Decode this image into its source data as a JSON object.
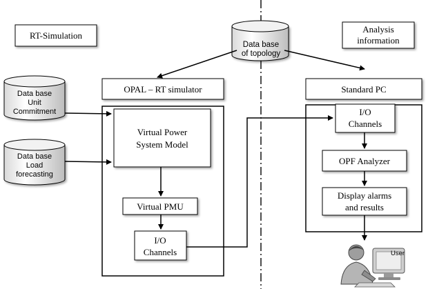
{
  "left_label": "RT-Simulation",
  "right_label": [
    "Analysis",
    "information"
  ],
  "db_topology": [
    "Data base",
    "of topology"
  ],
  "db_unit_commitment": [
    "Data base",
    "Unit",
    "Commitment"
  ],
  "db_load_forecasting": [
    "Data base",
    "Load",
    "forecasting"
  ],
  "opal_title": "OPAL – RT simulator",
  "virtual_power_model": [
    "Virtual Power",
    "System Model"
  ],
  "virtual_pmu": "Virtual PMU",
  "io_left": [
    "I/O",
    "Channels"
  ],
  "standard_pc_title": "Standard PC",
  "io_right": [
    "I/O",
    "Channels"
  ],
  "opf_analyzer": "OPF Analyzer",
  "display_alarms": [
    "Display alarms",
    "and results"
  ],
  "user_label": "User"
}
